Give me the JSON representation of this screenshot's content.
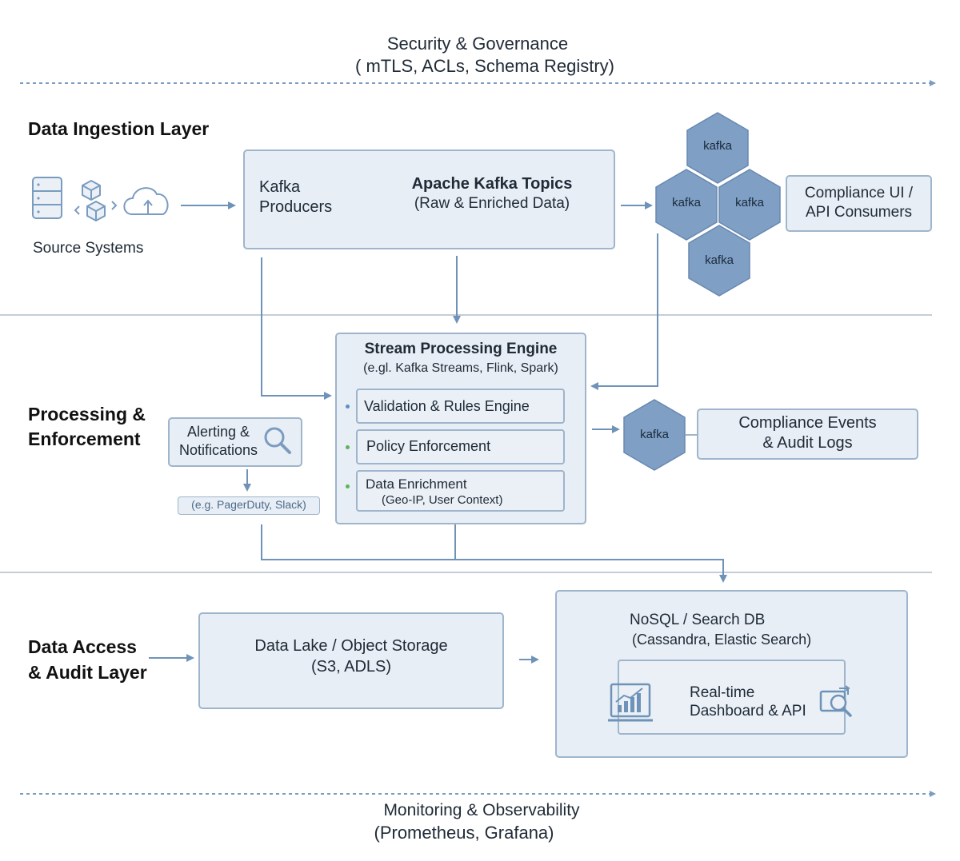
{
  "security": {
    "title": "Security & Governance",
    "subtitle": "( mTLS, ACLs, Schema Registry)"
  },
  "monitoring": {
    "title": "Monitoring & Observability",
    "subtitle": "(Prometheus, Grafana)"
  },
  "layers": {
    "ingestion": "Data Ingestion Layer",
    "processing_1": "Processing &",
    "processing_2": "Enforcement",
    "access_1": "Data Access",
    "access_2": "& Audit Layer"
  },
  "ingestion": {
    "source_systems": "Source Systems",
    "producers_1": "Kafka",
    "producers_2": "Producers",
    "topics_title": "Apache Kafka Topics",
    "topics_sub": "(Raw & Enriched Data)",
    "kafka_label": "kafka",
    "compliance_ui_1": "Compliance UI /",
    "compliance_ui_2": "API Consumers"
  },
  "processing": {
    "engine_title": "Stream Processing Engine",
    "engine_sub": "(e.gl. Kafka Streams, Flink, Spark)",
    "items": [
      {
        "label": "Validation & Rules Engine",
        "bullet_color": "#5b8fc7"
      },
      {
        "label": "Policy Enforcement",
        "bullet_color": "#5bb55b"
      },
      {
        "label": "Data Enrichment",
        "sub": "(Geo-IP, User Context)",
        "bullet_color": "#5bb55b"
      }
    ],
    "alerting_1": "Alerting &",
    "alerting_2": "Notifications",
    "alerting_tools": "(e.g. PagerDuty, Slack)",
    "events_1": "Compliance Events",
    "events_2": "& Audit Logs"
  },
  "access": {
    "lake_1": "Data Lake / Object Storage",
    "lake_2": "(S3, ADLS)",
    "nosql_1": "NoSQL / Search DB",
    "nosql_2": "(Cassandra, Elastic Search)",
    "dash_1": "Real-time",
    "dash_2": "Dashboard & API"
  },
  "colors": {
    "box_fill": "#e8eef5",
    "box_border": "#9fb5cc",
    "hex_fill": "#7f9fc4",
    "arrow": "#6f93b8",
    "divider": "#c4cdd6"
  }
}
